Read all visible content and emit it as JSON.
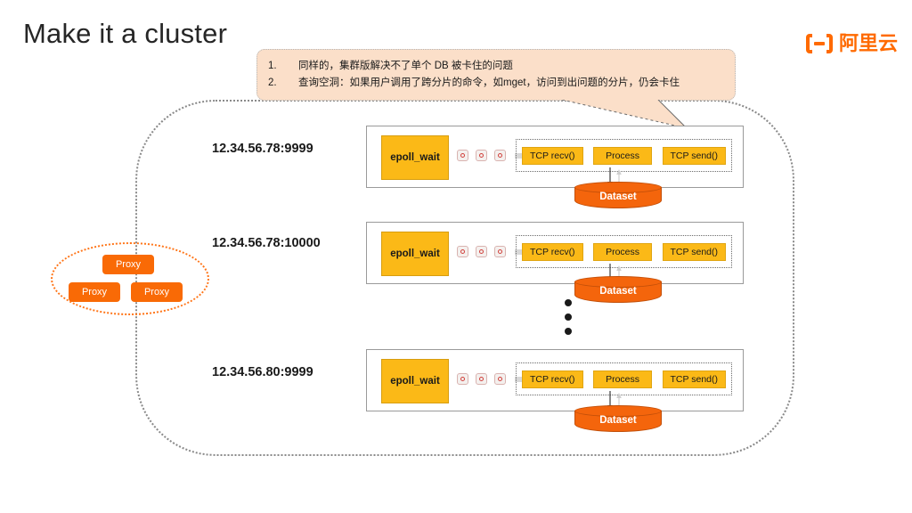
{
  "slide": {
    "title": "Make it a cluster"
  },
  "brand": {
    "name": "阿里云",
    "mark_icon": "alibaba-cloud-bracket-icon",
    "color": "#ff6a00"
  },
  "callout": {
    "items": [
      {
        "num": "1.",
        "text": "同样的，集群版解决不了单个 DB 被卡住的问题"
      },
      {
        "num": "2.",
        "text": "查询空洞：如果用户调用了跨分片的命令，如mget，访问到出问题的分片，仍会卡住"
      }
    ],
    "background": "#fbdfc9",
    "tail_icon": "callout-tail-pointer"
  },
  "proxy_cluster": {
    "boundary_icon": "dashed-ellipse",
    "boundary_color": "#ff7518",
    "nodes": [
      {
        "label": "Proxy"
      },
      {
        "label": "Proxy"
      },
      {
        "label": "Proxy"
      }
    ],
    "node_color": "#f96a06"
  },
  "cluster_boundary": {
    "style": "dotted-rounded-rect",
    "color": "#8a8a8a"
  },
  "nodes": [
    {
      "ip": "12.34.56.78:9999",
      "epoll_label": "epoll_wait",
      "event_icons": [
        "event-fd-icon",
        "event-fd-icon",
        "event-fd-icon"
      ],
      "flow_arrow_icon": "right-arrow-icon",
      "stages": [
        "TCP recv()",
        "Process",
        "TCP send()"
      ],
      "dataset_label": "Dataset"
    },
    {
      "ip": "12.34.56.78:10000",
      "epoll_label": "epoll_wait",
      "event_icons": [
        "event-fd-icon",
        "event-fd-icon",
        "event-fd-icon"
      ],
      "flow_arrow_icon": "right-arrow-icon",
      "stages": [
        "TCP recv()",
        "Process",
        "TCP send()"
      ],
      "dataset_label": "Dataset"
    },
    {
      "ip": "12.34.56.80:9999",
      "epoll_label": "epoll_wait",
      "event_icons": [
        "event-fd-icon",
        "event-fd-icon",
        "event-fd-icon"
      ],
      "flow_arrow_icon": "right-arrow-icon",
      "stages": [
        "TCP recv()",
        "Process",
        "TCP send()"
      ],
      "dataset_label": "Dataset"
    }
  ],
  "ellipsis": {
    "icon": "vertical-ellipsis-icon",
    "count": 3
  },
  "colors": {
    "stage_box": "#fbb917",
    "dataset": "#f4650c",
    "node_border": "#9a9a9a",
    "accent_orange": "#ff6a00"
  }
}
